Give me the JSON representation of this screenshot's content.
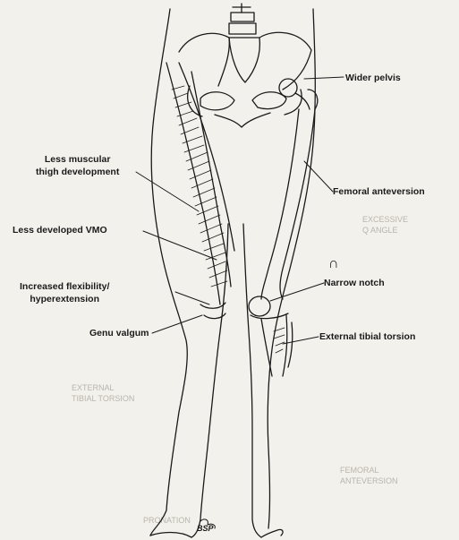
{
  "figure": {
    "labels": {
      "wider_pelvis": "Wider pelvis",
      "less_muscular_line1": "Less muscular",
      "less_muscular_line2": "thigh development",
      "femoral_anteversion": "Femoral anteversion",
      "less_developed_vmo": "Less developed VMO",
      "narrow_notch_symbol": "∩",
      "narrow_notch": "Narrow notch",
      "increased_flex_line1": "Increased flexibility/",
      "increased_flex_line2": "hyperextension",
      "genu_valgum": "Genu valgum",
      "external_tibial_torsion": "External tibial torsion"
    },
    "signature": "BSP",
    "show_through_text": {
      "t1": "EXCESSIVE",
      "t2": "Q ANGLE",
      "t3": "EXTERNAL",
      "t4": "TIBIAL TORSION",
      "t5": "FEMORAL",
      "t6": "ANTEVERSION",
      "t7": "PRONATION"
    }
  },
  "colors": {
    "ink": "#1a1a1a",
    "paper": "#f3f1ec",
    "ghost": "#b9b5ad"
  }
}
